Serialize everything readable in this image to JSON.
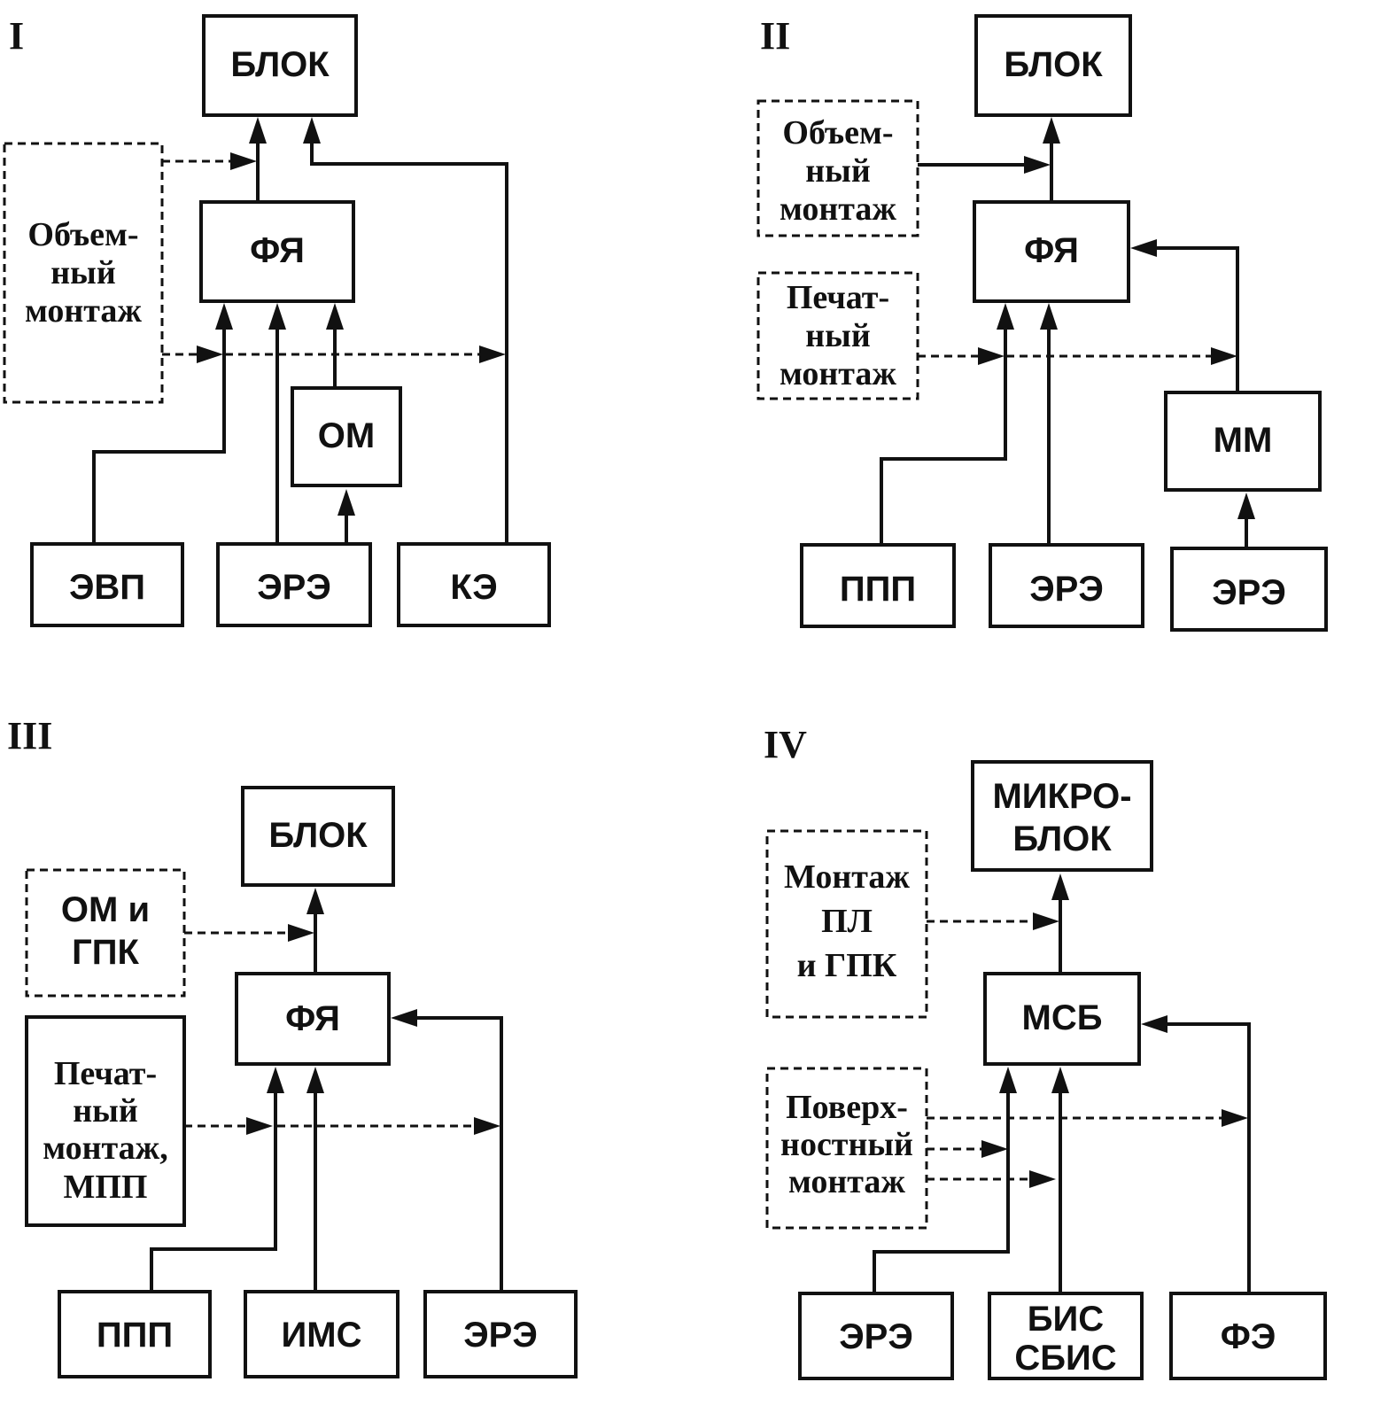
{
  "panels": [
    {
      "numeral": "I",
      "blocks": {
        "top": "БЛОК",
        "fya": "ФЯ",
        "om": "ОМ",
        "evp": "ЭВП",
        "ere": "ЭРЭ",
        "ke": "КЭ"
      },
      "mounting": [
        "Объем-",
        "ный",
        "монтаж"
      ]
    },
    {
      "numeral": "II",
      "blocks": {
        "top": "БЛОК",
        "fya": "ФЯ",
        "mm": "ММ",
        "ppp": "ППП",
        "ere1": "ЭРЭ",
        "ere2": "ЭРЭ"
      },
      "volume_mounting": [
        "Объем-",
        "ный",
        "монтаж"
      ],
      "printed_mounting": [
        "Печат-",
        "ный",
        "монтаж"
      ]
    },
    {
      "numeral": "III",
      "blocks": {
        "top": "БЛОК",
        "fya": "ФЯ",
        "ppp": "ППП",
        "ims": "ИМС",
        "ere": "ЭРЭ"
      },
      "om_gpk": [
        "ОМ и",
        "ГПК"
      ],
      "printed_mounting": [
        "Печат-",
        "ный",
        "монтаж,",
        "МПП"
      ]
    },
    {
      "numeral": "IV",
      "blocks": {
        "top": [
          "МИКРО-",
          "БЛОК"
        ],
        "msb": "МСБ",
        "ere": "ЭРЭ",
        "bis": [
          "БИС",
          "СБИС"
        ],
        "fe": "ФЭ"
      },
      "pl_mounting": [
        "Монтаж",
        "ПЛ",
        "и ГПК"
      ],
      "surface_mounting": [
        "Поверх-",
        "ностный",
        "монтаж"
      ]
    }
  ]
}
